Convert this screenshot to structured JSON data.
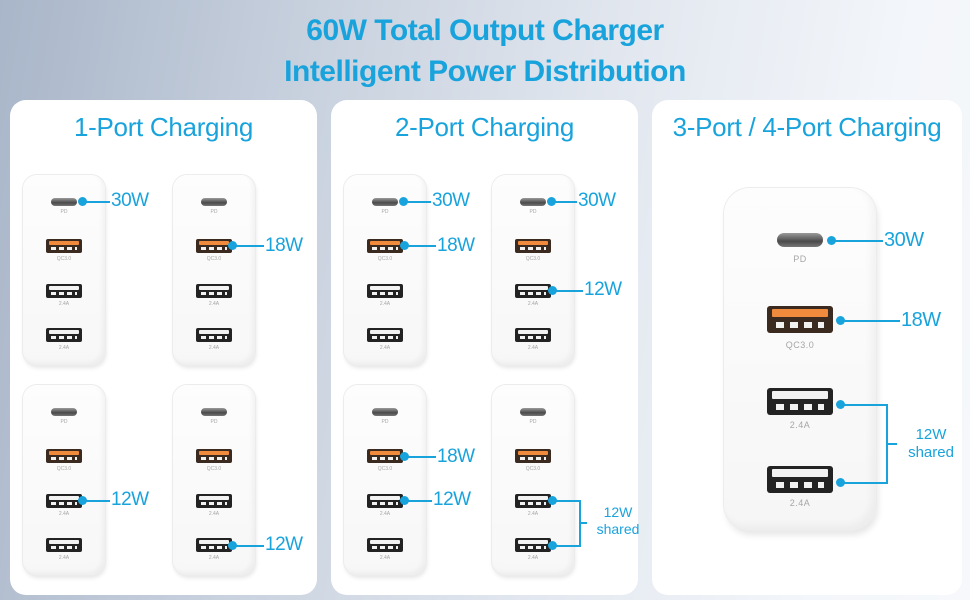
{
  "header": {
    "line1": "60W Total Output Charger",
    "line2": "Intelligent Power Distribution"
  },
  "colors": {
    "accent": "#19a3dc",
    "qc_port": "#f08a3c",
    "panel_bg": "#ffffff"
  },
  "port_labels": {
    "usb_c": "PD",
    "qc": "QC3.0",
    "usb_a1": "2.4A",
    "usb_a2": "2.4A"
  },
  "panels": [
    {
      "title": "1-Port Charging",
      "chargers": [
        {
          "active_port": "usb_c",
          "watt": "30W"
        },
        {
          "active_port": "qc",
          "watt": "18W"
        },
        {
          "active_port": "usb_a1",
          "watt": "12W"
        },
        {
          "active_port": "usb_a2",
          "watt": "12W"
        }
      ]
    },
    {
      "title": "2-Port Charging",
      "chargers": [
        {
          "active_ports": [
            "usb_c",
            "qc"
          ],
          "watts": [
            "30W",
            "18W"
          ]
        },
        {
          "active_ports": [
            "usb_c",
            "usb_a1"
          ],
          "watts": [
            "30W",
            "12W"
          ]
        },
        {
          "active_ports": [
            "qc",
            "usb_a1"
          ],
          "watts": [
            "18W",
            "12W"
          ]
        },
        {
          "active_ports": [
            "usb_a1",
            "usb_a2"
          ],
          "shared": [
            "12W",
            "shared"
          ]
        }
      ]
    },
    {
      "title": "3-Port / 4-Port Charging",
      "charger": {
        "usb_c_watt": "30W",
        "qc_watt": "18W",
        "shared_line1": "12W",
        "shared_line2": "shared"
      }
    }
  ]
}
